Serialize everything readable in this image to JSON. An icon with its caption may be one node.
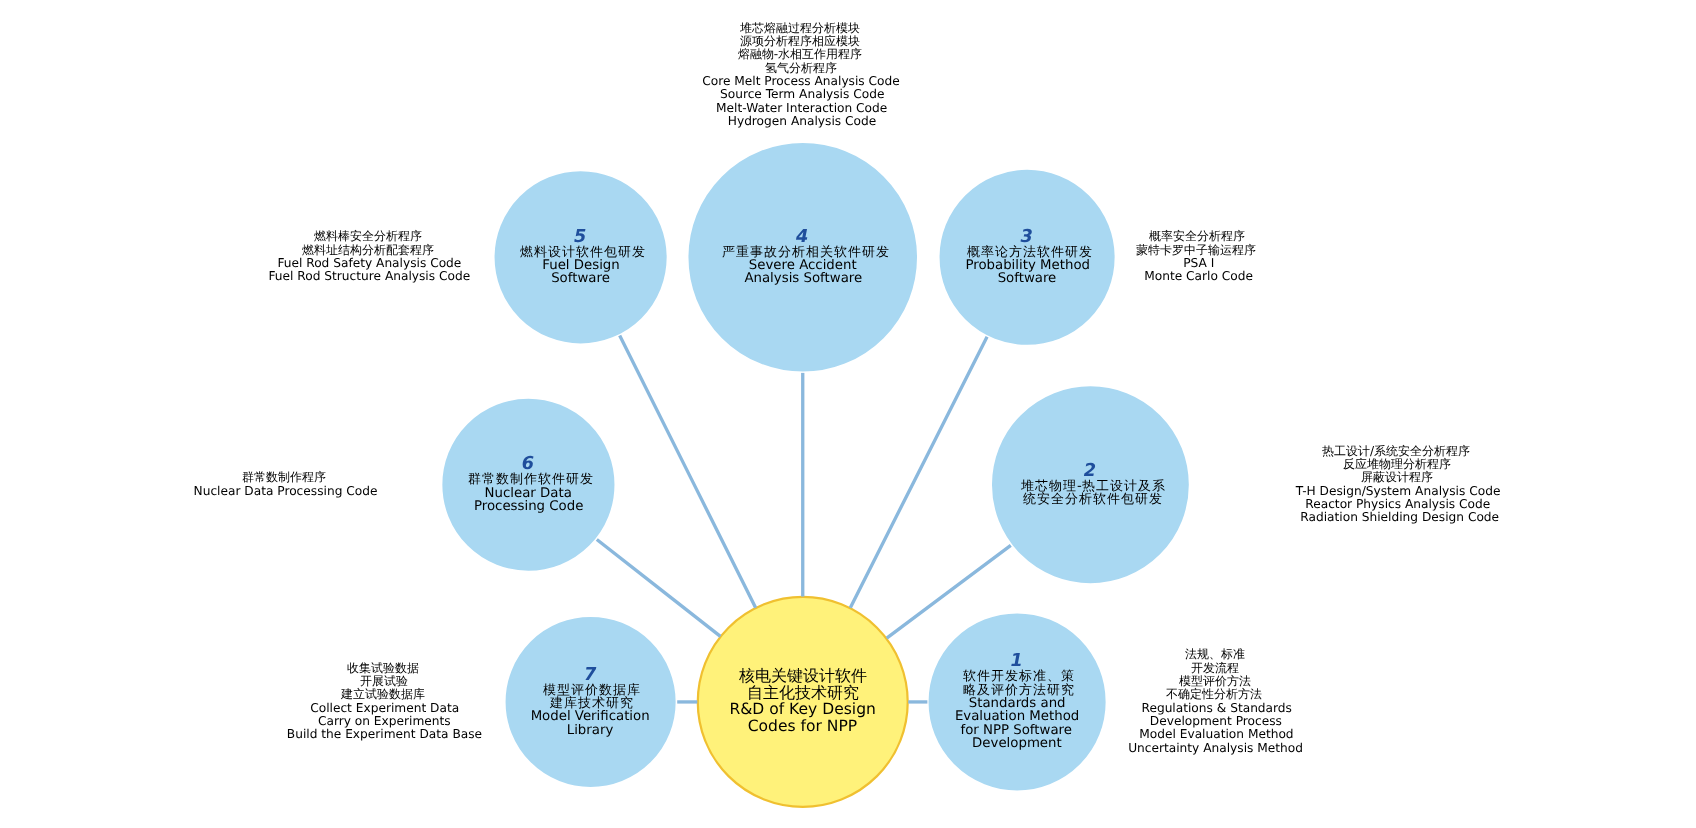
{
  "diagram": {
    "nodes": [
      {
        "text": [
          "核电关键设计软件自主化技术研究",
          "R&D of Key Design Codes for NPP"
        ]
      },
      {
        "text": [
          "1",
          "软件开发标准、策略及评价方法研究",
          "Standards and Evaluation Method for NPP Software Development"
        ],
        "beside": [
          "法规、标准",
          "开发流程",
          "模型评价方法",
          "不确定性分析方法",
          "Regulations & Standards",
          "Development Process",
          "Model Evaluation Method",
          "Uncertainty Analysis Method"
        ]
      },
      {
        "text": [
          "2",
          "堆芯物理-热工设计及系统安全分析软件包研发"
        ],
        "beside": [
          "热工设计/系统安全分析程序",
          "反应堆物理分析程序",
          "屏蔽设计程序",
          "T-H Design/System Analysis Code",
          "Reactor Physics Analysis Code",
          "Radiation Shielding Design Code"
        ]
      },
      {
        "text": [
          "3",
          "概率论方法软件研发",
          "Probability Method Software"
        ],
        "beside": [
          "概率安全分析程序",
          "蒙特卡罗中子输运程序",
          "PSA I",
          "Monte Carlo Code"
        ]
      },
      {
        "text": [
          "4",
          "严重事故分析相关软件研发",
          "Severe Accident Analysis Software"
        ],
        "beside": [
          "堆芯熔融过程分析模块",
          "源项分析程序相应模块",
          "熔融物-水相互作用程序",
          "氢气分析程序",
          "Core Melt Process Analysis Code",
          "Source Term Analysis Code",
          "Melt-Water Interaction Code",
          "Hydrogen Analysis Code"
        ]
      },
      {
        "text": [
          "5",
          "燃料设计软件包研发",
          "Fuel Design Software"
        ],
        "beside": [
          "燃料棒安全分析程序",
          "燃料址结构分析配套程序",
          "Fuel Rod Safety Analysis Code",
          "Fuel Rod Structure Analysis Code"
        ]
      },
      {
        "text": [
          "6",
          "群常数制作软件研发",
          "Nuclear Data Processing Code"
        ],
        "beside": [
          "群常数制作程序",
          "Nuclear Data Processing Code"
        ]
      },
      {
        "text": [
          "7",
          "模型评价数据库建库技术研究",
          "Model Verification Library"
        ],
        "beside": [
          "收集试验数据",
          "开展试验",
          "建立试验数据库",
          "Collect Experiment Data",
          "Carry on Experiments",
          "Build the Experiment Data Base"
        ]
      }
    ],
    "edges": [
      {
        "from": 0,
        "to": 1,
        "arrow": "none"
      },
      {
        "from": 0,
        "to": 2,
        "arrow": "none"
      },
      {
        "from": 0,
        "to": 3,
        "arrow": "none"
      },
      {
        "from": 0,
        "to": 4,
        "arrow": "none"
      },
      {
        "from": 0,
        "to": 5,
        "arrow": "none"
      },
      {
        "from": 0,
        "to": 6,
        "arrow": "none"
      },
      {
        "from": 0,
        "to": 7,
        "arrow": "none"
      }
    ]
  }
}
